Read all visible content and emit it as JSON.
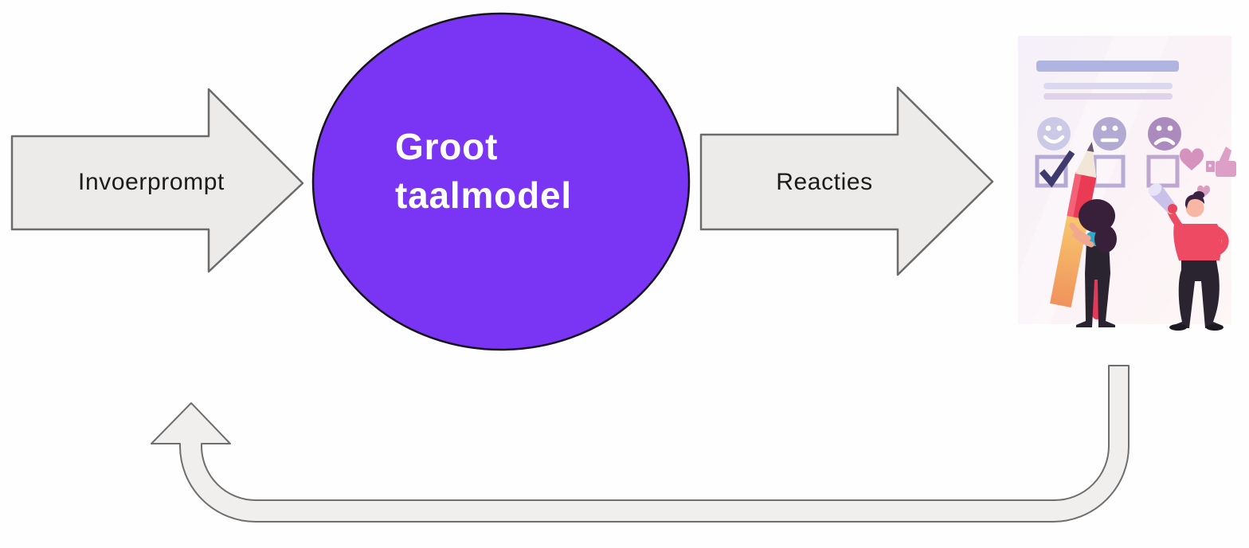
{
  "diagram": {
    "input_arrow": {
      "label": "Invoerprompt"
    },
    "model_node": {
      "line1": "Groot",
      "line2": "taalmodel"
    },
    "output_arrow": {
      "label": "Reacties"
    },
    "colors": {
      "model_fill": "#7A34F3",
      "model_stroke": "#17131C",
      "model_text": "#FFFFFF",
      "arrow_fill": "#EDEBE9",
      "arrow_stroke": "#6B6B6B",
      "loop_fill": "#F0EFEE",
      "loop_stroke": "#6E6E6E",
      "label_text": "#1B1B1B"
    },
    "illustration": {
      "rating_faces": [
        "happy",
        "neutral",
        "sad"
      ],
      "checkboxes": [
        "checked",
        "empty",
        "empty"
      ],
      "colors": {
        "face_happy": "#CCC9E6",
        "face_neutral": "#B3AAD4",
        "face_sad": "#AB8ABD",
        "checkbox_stroke": "#B4AAD6",
        "checkmark": "#3F3A6E",
        "heart": "#D492BC",
        "thumb": "#DD9FC6",
        "title_bar": "#AFB4E1",
        "text_line": "#DBD7EE"
      }
    }
  }
}
